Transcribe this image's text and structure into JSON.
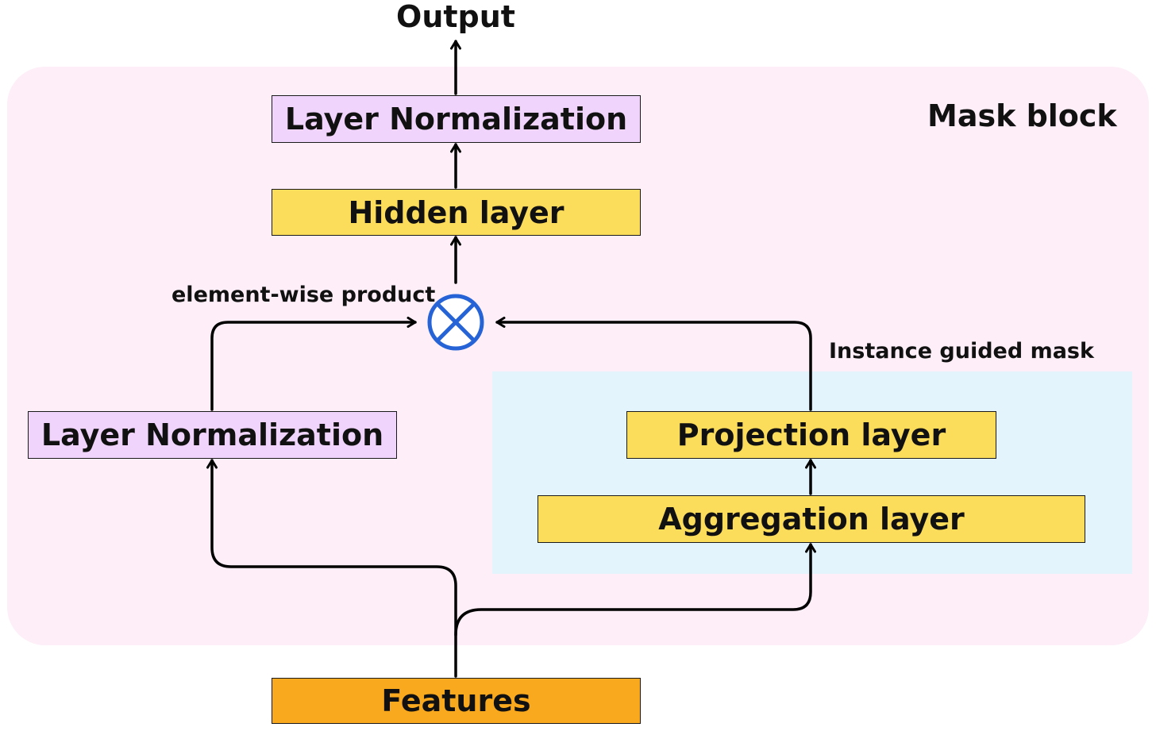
{
  "colors": {
    "mask_block_bg": "#fdeef7",
    "instance_mask_bg": "#e3f4fc",
    "norm_box": "#f0d4fb",
    "layer_box": "#fcdc5b",
    "features_box": "#f9a91e",
    "product_symbol": "#2563d6",
    "line": "#000000"
  },
  "labels": {
    "output": "Output",
    "mask_block": "Mask block",
    "element_wise_product": "element-wise product",
    "instance_guided_mask": "Instance guided mask"
  },
  "boxes": {
    "top_norm": "Layer Normalization",
    "hidden": "Hidden layer",
    "left_norm": "Layer Normalization",
    "projection": "Projection layer",
    "aggregation": "Aggregation layer",
    "features": "Features"
  },
  "icons": {
    "product": "circled-x-icon"
  }
}
